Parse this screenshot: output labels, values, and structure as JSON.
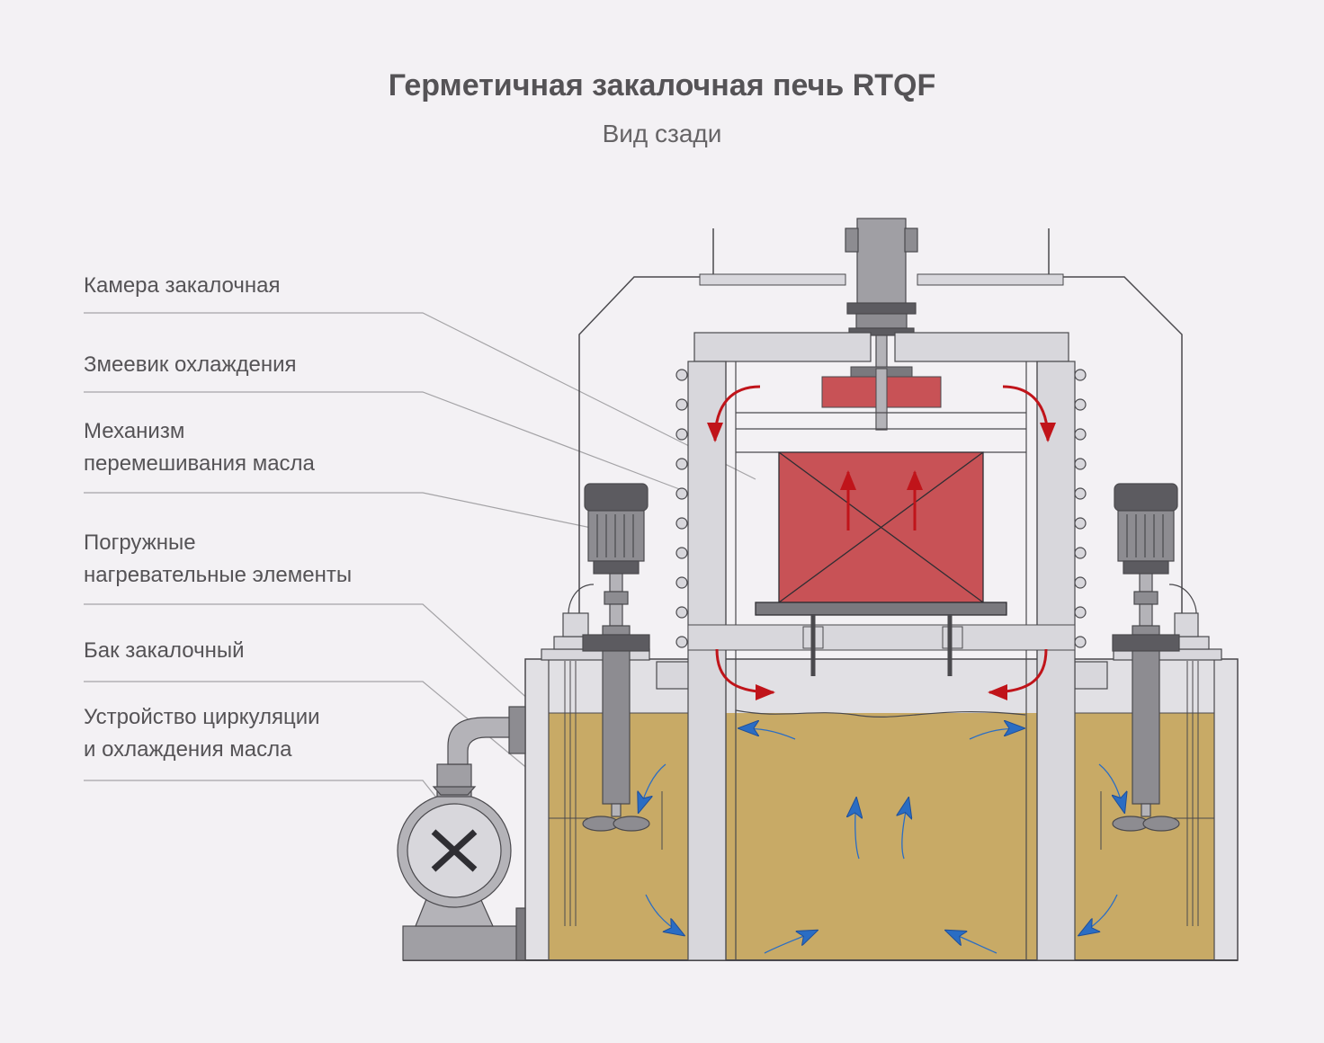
{
  "header": {
    "title": "Герметичная закалочная печь RTQF",
    "subtitle": "Вид сзади"
  },
  "labels": [
    {
      "line1": "Камера закалочная",
      "line2": ""
    },
    {
      "line1": "Змеевик охлаждения",
      "line2": ""
    },
    {
      "line1": "Механизм",
      "line2": "перемешивания масла"
    },
    {
      "line1": "Погружные",
      "line2": "нагревательные элементы"
    },
    {
      "line1": "Бак закалочный",
      "line2": ""
    },
    {
      "line1": "Устройство циркуляции",
      "line2": "и охлаждения масла"
    }
  ],
  "colors": {
    "background": "#f3f1f4",
    "oil": "#c8aa66",
    "load": "#c85256",
    "hot_flow_arrow": "#c0141a",
    "oil_flow_arrow": "#2a6dc4",
    "metal_light": "#d8d7dc",
    "metal_dark": "#7a797e"
  }
}
